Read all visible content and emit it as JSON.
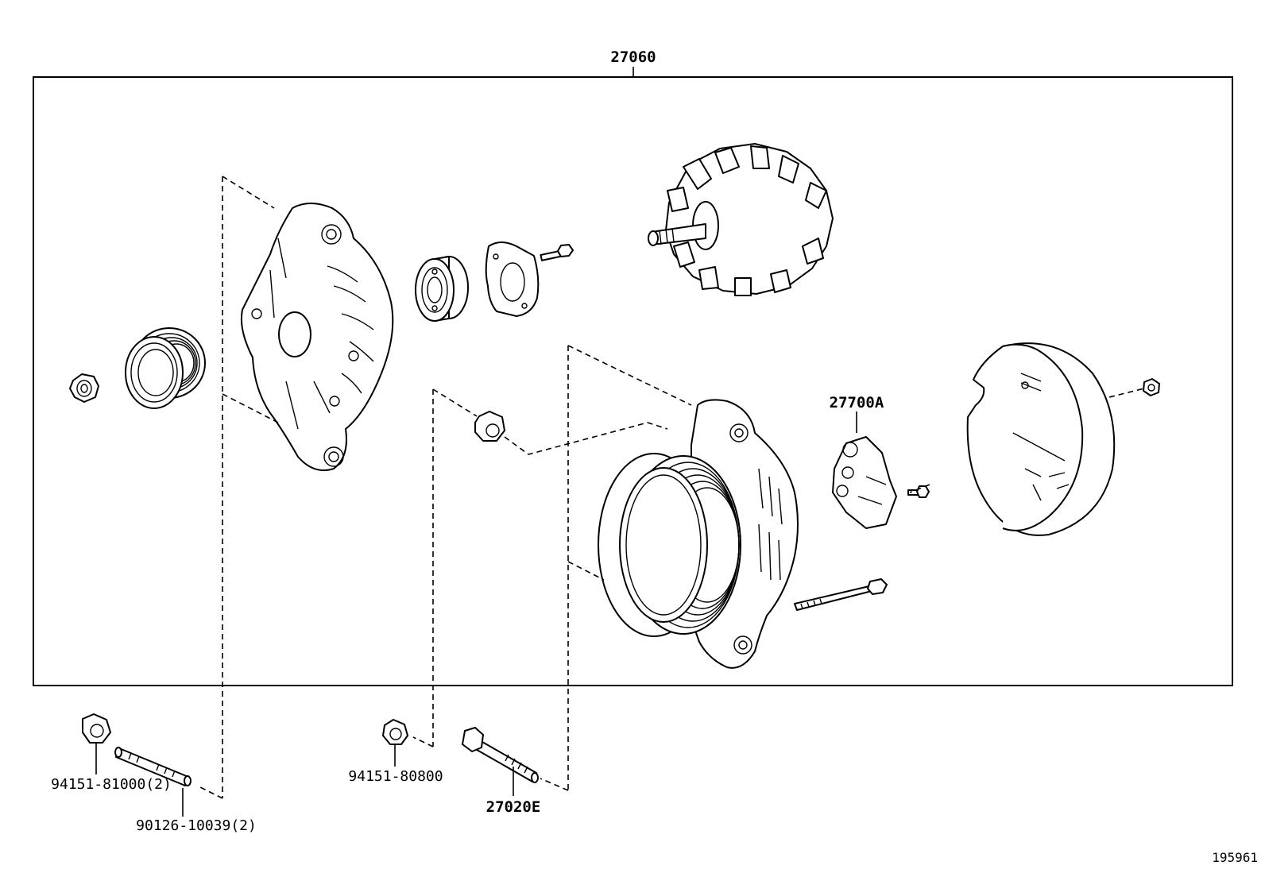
{
  "labels": {
    "assembly": "27060",
    "brush_holder": "27700A",
    "nut_81000": "94151-81000(2)",
    "stud_bolt": "90126-10039(2)",
    "nut_80800": "94151-80800",
    "through_bolt": "27020E",
    "diagram_ref": "195961"
  }
}
